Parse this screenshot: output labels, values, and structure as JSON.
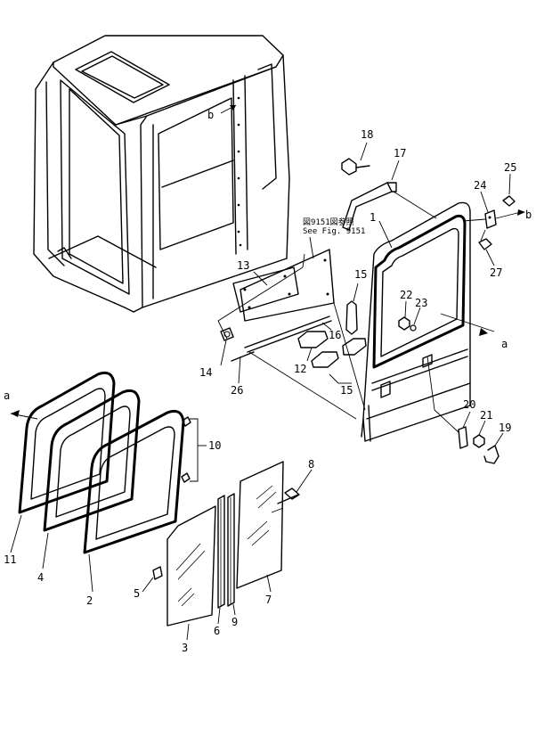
{
  "reference": {
    "line1": "図9151図参照",
    "line2": "See Fig. 9151"
  },
  "labels": {
    "p1": "1",
    "p2": "2",
    "p3": "3",
    "p4": "4",
    "p5": "5",
    "p6": "6",
    "p7": "7",
    "p8": "8",
    "p9": "9",
    "p10": "10",
    "p11": "11",
    "p12": "12",
    "p13": "13",
    "p14": "14",
    "p15a": "15",
    "p15b": "15",
    "p16": "16",
    "p17": "17",
    "p18": "18",
    "p19": "19",
    "p20": "20",
    "p21": "21",
    "p22": "22",
    "p23": "23",
    "p24": "24",
    "p25": "25",
    "p26": "26",
    "p27": "27"
  },
  "arrows": {
    "a_left": "a",
    "a_right": "a",
    "b_cab": "b",
    "b_hinge": "b"
  }
}
